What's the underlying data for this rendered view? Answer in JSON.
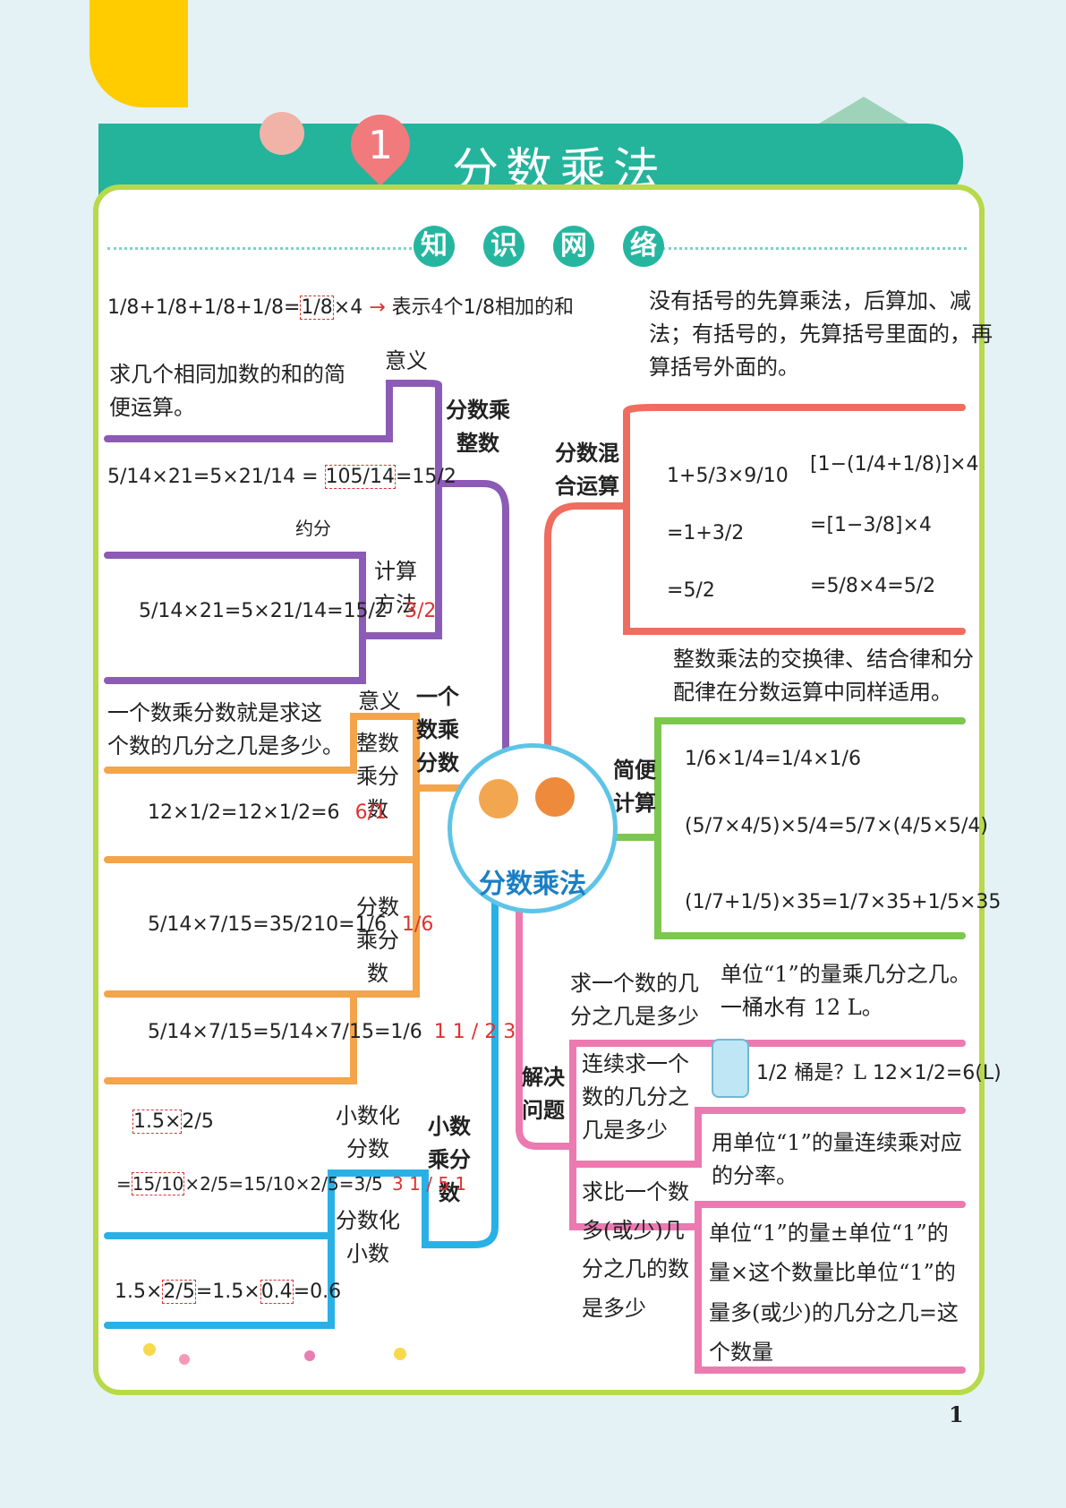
{
  "header": {
    "chapter_number": "1",
    "title": "分数乘法",
    "section_chars": [
      "知",
      "识",
      "网",
      "络"
    ]
  },
  "center": {
    "label": "分数乘法"
  },
  "left": {
    "top_formula": {
      "fractions": [
        "1/8",
        "1/8",
        "1/8",
        "1/8",
        "1/8"
      ],
      "multiplier": "×4",
      "note": "表示4个",
      "note_frac": "1/8",
      "note_end": "相加的和"
    },
    "branch_int": {
      "label": [
        "分数乘",
        "整数"
      ],
      "meaning_label": "意义",
      "meaning_text": [
        "求几个相同加数的和的简",
        "便运算。"
      ],
      "method_label": [
        "计算",
        "方法"
      ],
      "ex1": {
        "parts": [
          "5/14",
          "×21=",
          "5×21/14",
          "=",
          "105/14",
          "=",
          "15/2"
        ],
        "note": "约分"
      },
      "ex2": {
        "parts": [
          "5/14",
          "×21=",
          "5×21/14",
          "=",
          "15/2"
        ],
        "cancel_top": "3",
        "cancel_bottom": "2"
      }
    },
    "branch_frac": {
      "label": [
        "一个",
        "数乘",
        "分数"
      ],
      "meaning_label": "意义",
      "meaning_text": [
        "一个数乘分数就是求这",
        "个数的几分之几是多少。"
      ],
      "int_times_frac_label": [
        "整数",
        "乘分",
        "数"
      ],
      "ex3": {
        "parts": [
          "12×",
          "1/2",
          "=",
          "12×",
          "1/2",
          "=6"
        ],
        "cancel_top": "6",
        "cancel_bottom": "1"
      },
      "frac_times_frac_label": [
        "分数",
        "乘分",
        "数"
      ],
      "ex4": {
        "parts": [
          "5/14",
          "×",
          "7/15",
          "=",
          "35/210",
          "=",
          "1/6"
        ],
        "cancel_top": "1",
        "cancel_bottom": "6"
      },
      "ex5": {
        "parts": [
          "5/14",
          "×",
          "7/15",
          "=",
          "5/14",
          "×",
          "7/15",
          "=",
          "1/6"
        ],
        "cancel_top": [
          "1",
          "1"
        ],
        "cancel_bottom": [
          "2",
          "3"
        ]
      }
    },
    "branch_dec": {
      "label": [
        "小数",
        "乘分",
        "数"
      ],
      "to_frac_label": [
        "小数化",
        "分数"
      ],
      "to_dec_label": [
        "分数化",
        "小数"
      ],
      "ex6": {
        "top": "1.5×",
        "top_frac": "2/5",
        "parts": [
          "=",
          "15/10",
          "×",
          "2/5",
          "=",
          "15/10",
          "×",
          "2/5",
          "=",
          "3/5"
        ],
        "cancel_top": [
          "3",
          "1"
        ],
        "cancel_bottom": [
          "5",
          "1"
        ]
      },
      "ex7": {
        "parts": [
          "1.5×",
          "2/5",
          "=1.5×",
          "0.4",
          "=0.6"
        ]
      }
    }
  },
  "right": {
    "mixed": {
      "label": [
        "分数混",
        "合运算"
      ],
      "rule": [
        "没有括号的先算乘法，后算加、减",
        "法；有括号的，先算括号里面的，再",
        "算括号外面的。"
      ],
      "ex_a": [
        "1+",
        "5/3",
        "×",
        "9/10",
        "=1+",
        "3/2",
        "=",
        "5/2"
      ],
      "ex_b": [
        "1−",
        "1/4",
        "+",
        "1/8",
        "×4",
        "=",
        "1−",
        "3/8",
        "×4",
        "=",
        "5/8",
        "×4=",
        "5/2"
      ]
    },
    "simple": {
      "label": [
        "简便",
        "计算"
      ],
      "rule": [
        "整数乘法的交换律、结合律和分",
        "配律在分数运算中同样适用。"
      ],
      "ex1": [
        "1/6",
        "×",
        "1/4",
        "=",
        "1/4",
        "×",
        "1/6"
      ],
      "ex2": [
        "5/7",
        "×",
        "4/5",
        "×",
        "5/4",
        "=",
        "5/7",
        "×",
        "4/5",
        "×",
        "5/4"
      ],
      "ex3": [
        "1/7",
        "+",
        "1/5",
        "×35=",
        "1/7",
        "×35+",
        "1/5",
        "×35"
      ]
    },
    "solve": {
      "label": [
        "解决",
        "问题"
      ],
      "q1_label": [
        "求一个数的几",
        "分之几是多少"
      ],
      "q1_text": [
        "单位“1”的量乘几分之几。",
        "一桶水有 12 L。"
      ],
      "q1_ex": {
        "frac": "1/2",
        "text": "桶是？L",
        "calc": "12×",
        "calc_frac": "1/2",
        "calc_end": "=6(L)"
      },
      "q2_label": [
        "连续求一个",
        "数的几分之",
        "几是多少"
      ],
      "q2_text": [
        "用单位“1”的量连续乘对应",
        "的分率。"
      ],
      "q3_label": [
        "求比一个数",
        "多(或少)几",
        "分之几的数",
        "是多少"
      ],
      "q3_text": [
        "单位“1”的量±单位“1”的",
        "量×这个数量比单位“1”的",
        "量多(或少)的几分之几=这",
        "个数量"
      ]
    }
  },
  "page_number": "1",
  "colors": {
    "teal": "#24b39b",
    "purple": "#8c5bb5",
    "orange": "#f4a44a",
    "blue": "#29b1e6",
    "red": "#ef6d5e",
    "green": "#7cc750",
    "pink": "#ec7ab0",
    "lime": "#b7d94a"
  }
}
